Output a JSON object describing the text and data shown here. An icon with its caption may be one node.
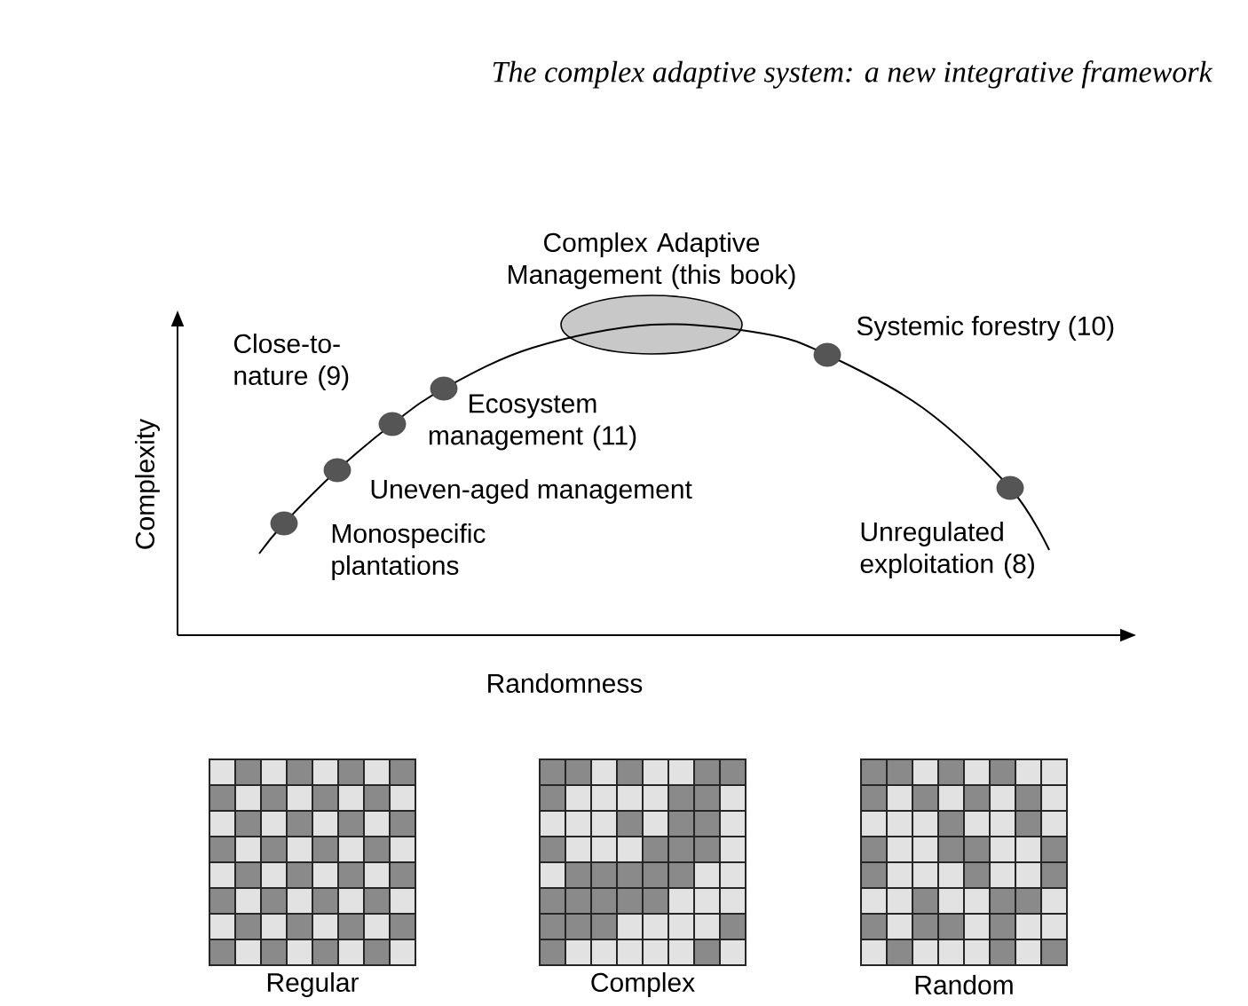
{
  "diagram": {
    "title": "The complex adaptive system: a new integrative framework",
    "nodes": [
      {
        "text": [],
        "shape": "ellipse",
        "beside": [
          "Complex Adaptive Management (this book)"
        ]
      },
      {
        "text": [],
        "shape": "circle",
        "beside": [
          "Monospecific plantations"
        ]
      },
      {
        "text": [],
        "shape": "circle",
        "beside": [
          "Uneven-aged management"
        ]
      },
      {
        "text": [],
        "shape": "circle",
        "beside": [
          "Close-to-nature (9)"
        ]
      },
      {
        "text": [],
        "shape": "circle",
        "beside": [
          "Ecosystem management (11)"
        ]
      },
      {
        "text": [],
        "shape": "circle",
        "beside": [
          "Systemic forestry (10)"
        ]
      },
      {
        "text": [],
        "shape": "circle",
        "beside": [
          "Unregulated exploitation (8)"
        ]
      },
      {
        "text": [],
        "shape": "picture",
        "beside": [
          "Regular"
        ]
      },
      {
        "text": [],
        "shape": "picture",
        "beside": [
          "Complex"
        ]
      },
      {
        "text": [],
        "shape": "picture",
        "beside": [
          "Random"
        ]
      }
    ],
    "labels": [
      "Complexity",
      "Randomness"
    ]
  }
}
